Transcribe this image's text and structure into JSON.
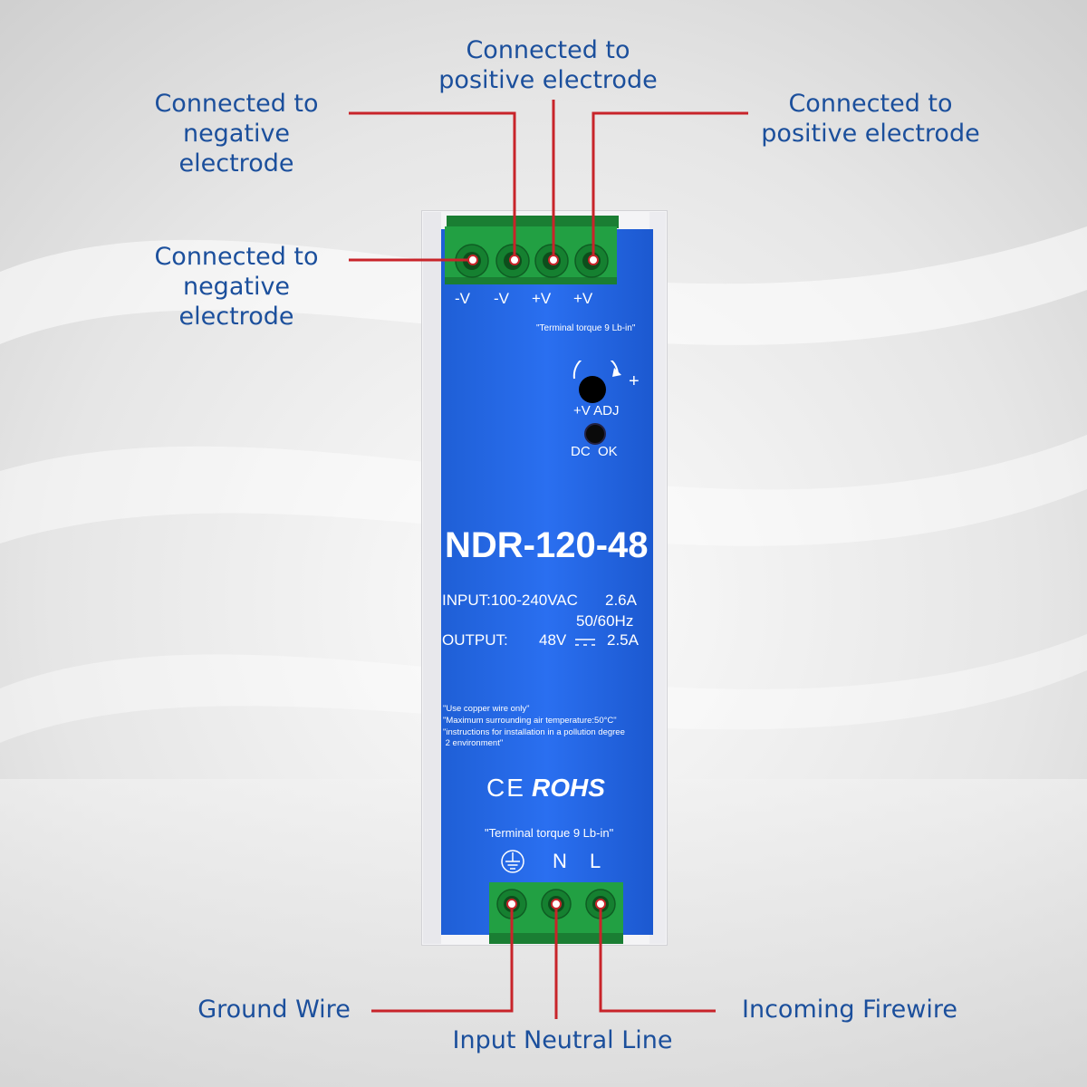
{
  "callouts": {
    "top_left": "Connected to\nnegative electrode",
    "top_center": "Connected to\npositive electrode",
    "top_right": "Connected to\npositive electrode",
    "mid_left": "Connected to\nnegative electrode",
    "ground": "Ground Wire",
    "neutral": "Input Neutral Line",
    "fire": "Incoming Firewire"
  },
  "device": {
    "output_terminals": [
      "-V",
      "-V",
      "+V",
      "+V"
    ],
    "torque_top": "\"Terminal torque 9 Lb-in\"",
    "adj_plus": "+",
    "adj_label": "+V ADJ",
    "dc_ok": "DC  OK",
    "model": "NDR-120-48",
    "input_label": "INPUT:100-240VAC",
    "input_current": "2.6A",
    "input_freq": "50/60Hz",
    "output_label": "OUTPUT:",
    "output_voltage": "48V",
    "output_current": "2.5A",
    "notes": [
      "\"Use copper wire only\"",
      "\"Maximum surrounding air temperature:50°C\"",
      "\"instructions for installation in a pollution degree",
      " 2 environment\""
    ],
    "cert_ce": "CE",
    "cert_rohs": "ROHS",
    "torque_bottom": "\"Terminal torque 9 Lb-in\"",
    "input_terminals": [
      "N",
      "L"
    ]
  },
  "colors": {
    "callout_text": "#1b4f9c",
    "leader_line": "#c8242a",
    "panel_blue": "#2567e6",
    "terminal_green": "#1e9a3c"
  },
  "icons": {
    "ground": "ground-symbol-icon",
    "adjust": "rotate-arrow-icon"
  }
}
